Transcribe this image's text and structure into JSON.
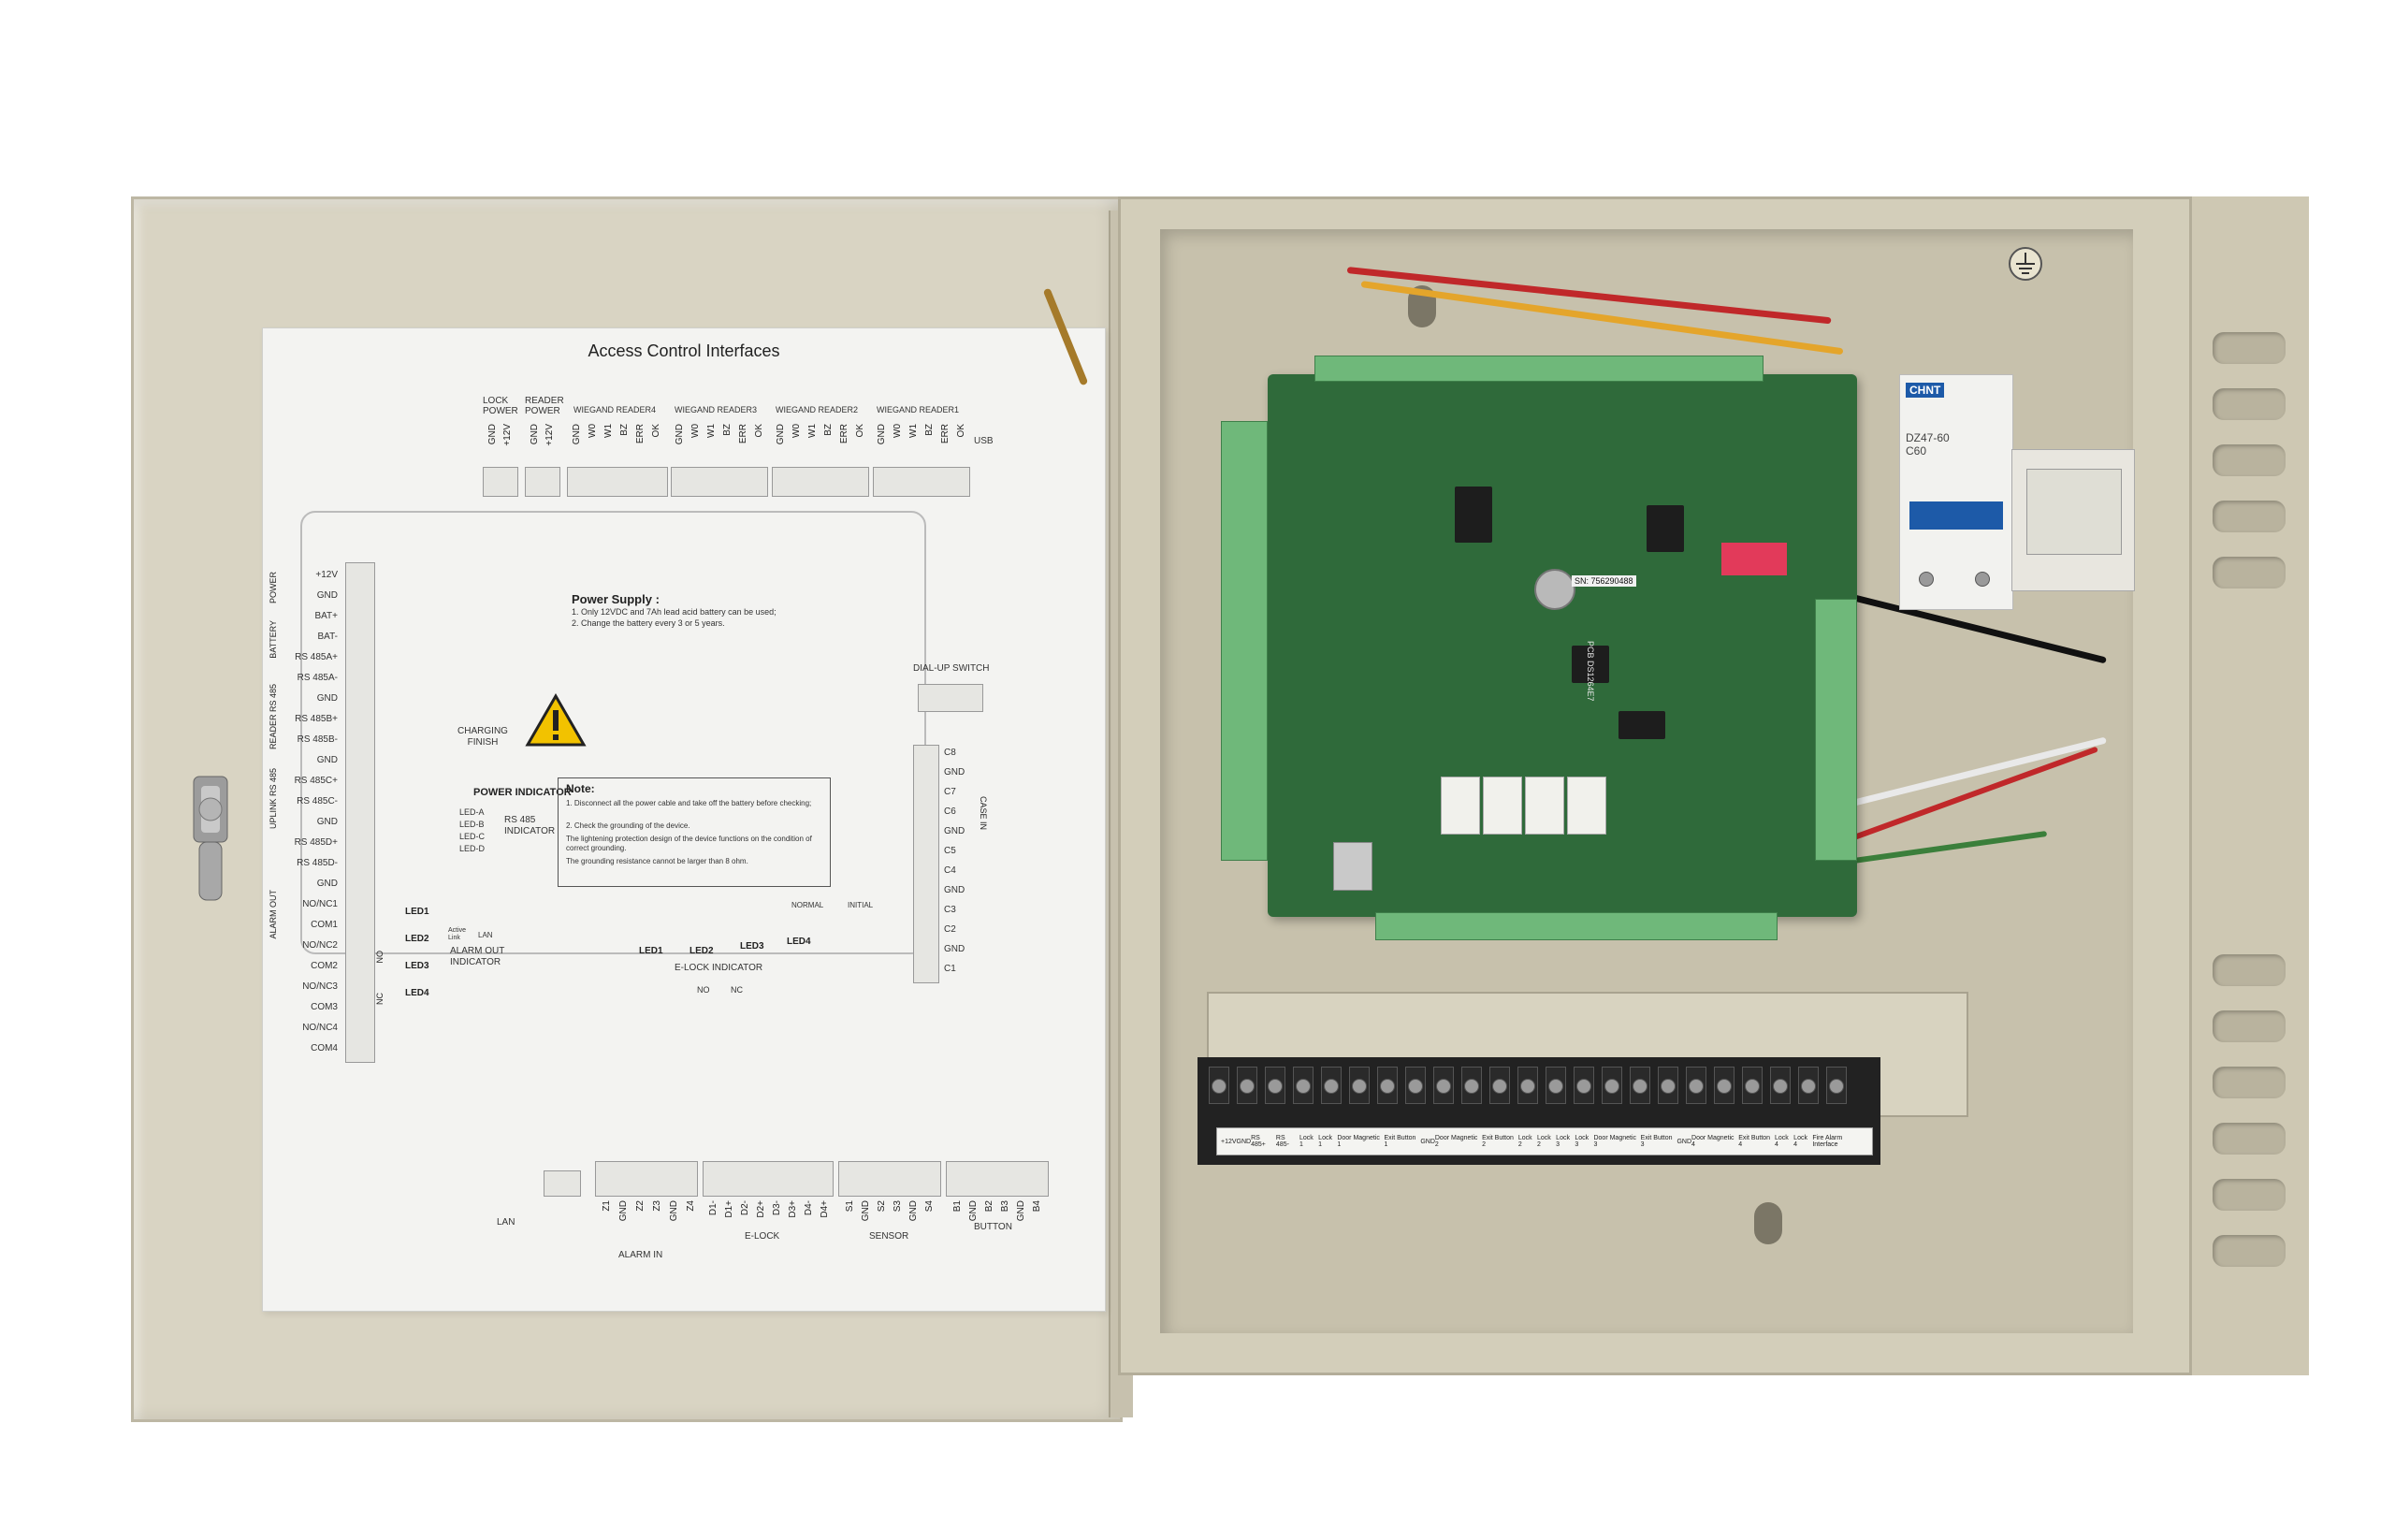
{
  "sheet": {
    "title": "Access Control Interfaces",
    "top_groups": [
      "LOCK POWER",
      "READER POWER",
      "WIEGAND READER4",
      "WIEGAND READER3",
      "WIEGAND READER2",
      "WIEGAND READER1",
      "USB"
    ],
    "top_pins": {
      "lock_power": [
        "GND",
        "+12V"
      ],
      "reader_power": [
        "GND",
        "+12V"
      ],
      "reader4": [
        "GND",
        "W0",
        "W1",
        "BZ",
        "ERR",
        "OK"
      ],
      "reader3": [
        "GND",
        "W0",
        "W1",
        "BZ",
        "ERR",
        "OK"
      ],
      "reader2": [
        "GND",
        "W0",
        "W1",
        "BZ",
        "ERR",
        "OK"
      ],
      "reader1": [
        "GND",
        "W0",
        "W1",
        "BZ",
        "ERR",
        "OK"
      ]
    },
    "left_pins": [
      "+12V",
      "GND",
      "BAT+",
      "BAT-",
      "RS 485A+",
      "RS 485A-",
      "GND",
      "RS 485B+",
      "RS 485B-",
      "GND",
      "RS 485C+",
      "RS 485C-",
      "GND",
      "RS 485D+",
      "RS 485D-",
      "GND",
      "NO/NC1",
      "COM1",
      "NO/NC2",
      "COM2",
      "NO/NC3",
      "COM3",
      "NO/NC4",
      "COM4"
    ],
    "left_groups": [
      "POWER",
      "BATTERY",
      "READER RS 485",
      "UPLINK RS 485",
      "ALARM OUT"
    ],
    "right_pins": [
      "C8",
      "GND",
      "C7",
      "C6",
      "GND",
      "C5",
      "C4",
      "GND",
      "C3",
      "C2",
      "GND",
      "C1"
    ],
    "right_group": "CASE IN",
    "bottom_pins": {
      "alarm_in": [
        "Z1",
        "GND",
        "Z2",
        "Z3",
        "GND",
        "Z4"
      ],
      "e_lock": [
        "D1-",
        "D1+",
        "D2-",
        "D2+",
        "D3-",
        "D3+",
        "D4-",
        "D4+"
      ],
      "sensor": [
        "S1",
        "GND",
        "S2",
        "S3",
        "GND",
        "S4"
      ],
      "button": [
        "B1",
        "GND",
        "B2",
        "B3",
        "GND",
        "B4"
      ]
    },
    "bottom_groups": [
      "LAN",
      "ALARM IN",
      "E-LOCK",
      "SENSOR",
      "BUTTON"
    ],
    "power_supply_title": "Power Supply :",
    "power_supply_lines": [
      "1. Only 12VDC and 7Ah lead acid battery can be used;",
      "2. Change the battery every 3 or 5 years."
    ],
    "dial_up_switch": "DIAL-UP SWITCH",
    "charging_finish": "CHARGING FINISH",
    "power_indicator": "POWER INDICATOR",
    "rs485_indicator": "RS 485 INDICATOR",
    "rs485_leds": [
      "LED-A",
      "LED-B",
      "LED-C",
      "LED-D"
    ],
    "note_title": "Note:",
    "note_lines": [
      "1. Disconnect all the power cable and take off the battery before checking;",
      "2. Check the grounding of the device.",
      "The lightening protection design of the device functions on the condition of correct grounding.",
      "The grounding resistance cannot be larger than 8 ohm."
    ],
    "alarm_leds": [
      "LED1",
      "LED2",
      "LED3",
      "LED4"
    ],
    "alarm_out_indicator": "ALARM OUT INDICATOR",
    "active_link": "Active Link",
    "lan_small": "LAN",
    "elock_leds": [
      "LED1",
      "LED2",
      "LED3",
      "LED4"
    ],
    "elock_indicator": "E-LOCK INDICATOR",
    "no_label": "NO",
    "nc_label": "NC",
    "normal": "NORMAL",
    "initial": "INITIAL"
  },
  "breaker": {
    "brand": "CHNT",
    "model": "DZ47-60",
    "rating": "C60"
  },
  "pcb": {
    "serial": "SN: 756290488",
    "pcb_label": "PCB DS1264E7"
  },
  "strip_labels": [
    "+12V",
    "GND",
    "RS 485+",
    "RS 485-",
    "Lock 1",
    "Lock 1",
    "Door Magnetic 1",
    "Exit Button 1",
    "GND",
    "Door Magnetic 2",
    "Exit Button 2",
    "Lock 2",
    "Lock 2",
    "Lock 3",
    "Lock 3",
    "Door Magnetic 3",
    "Exit Button 3",
    "GND",
    "Door Magnetic 4",
    "Exit Button 4",
    "Lock 4",
    "Lock 4",
    "Fire Alarm Interface"
  ],
  "colors": {
    "enclosure": "#d3ceba",
    "pcb_green": "#2f6a3a",
    "terminal_green": "#6fb87a"
  }
}
